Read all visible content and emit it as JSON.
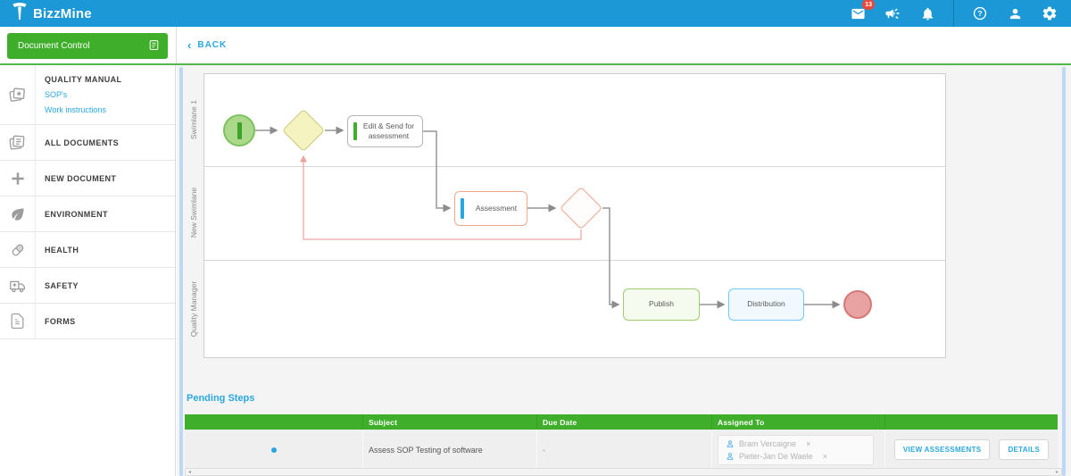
{
  "topbar": {
    "brand": "BizzMine",
    "mail_badge": "13"
  },
  "glyphs": {
    "back_chevron": "‹",
    "help": "?",
    "remove": "×",
    "scroll_left": "◂",
    "scroll_right": "▸"
  },
  "header": {
    "module_button": "Document Control",
    "back_label": "BACK"
  },
  "sidebar": {
    "items": [
      {
        "label": "QUALITY MANUAL",
        "icon": "quality-manual-icon",
        "sublinks": [
          "SOP's",
          "Work instructions"
        ]
      },
      {
        "label": "ALL DOCUMENTS",
        "icon": "all-documents-icon"
      },
      {
        "label": "NEW DOCUMENT",
        "icon": "new-document-icon"
      },
      {
        "label": "ENVIRONMENT",
        "icon": "environment-icon"
      },
      {
        "label": "HEALTH",
        "icon": "health-icon"
      },
      {
        "label": "SAFETY",
        "icon": "safety-icon"
      },
      {
        "label": "FORMS",
        "icon": "forms-icon"
      }
    ]
  },
  "diagram": {
    "lanes": [
      "Swimlane 1",
      "New Swimlane",
      "Quality Manager"
    ],
    "nodes": {
      "start": {
        "type": "start-event"
      },
      "gateway1": {
        "type": "gateway"
      },
      "edit": {
        "label": "Edit & Send for assessment"
      },
      "assessment": {
        "label": "Assessment"
      },
      "gateway2": {
        "type": "gateway"
      },
      "publish": {
        "label": "Publish"
      },
      "distribution": {
        "label": "Distribution"
      },
      "end": {
        "type": "end-event"
      }
    }
  },
  "pending": {
    "title": "Pending Steps",
    "columns": {
      "c1": "",
      "subject": "Subject",
      "due": "Due Date",
      "assigned": "Assigned To",
      "actions": ""
    },
    "row": {
      "subject": "Assess SOP Testing of software",
      "due_date": "-",
      "assignees": [
        {
          "name": "Bram Vercaigne"
        },
        {
          "name": "Pieter-Jan De Waele"
        }
      ],
      "actions": [
        "VIEW ASSESSMENTS",
        "DETAILS"
      ]
    }
  },
  "colors": {
    "topbar_blue": "#1b98d5",
    "brand_green": "#3fae2a",
    "link_blue": "#2ba7e0",
    "badge_red": "#e8493a",
    "assessment_orange": "#f2a68e",
    "publish_green": "#9ccd6f",
    "distribution_blue": "#74c9f2",
    "end_red": "#d47878"
  }
}
